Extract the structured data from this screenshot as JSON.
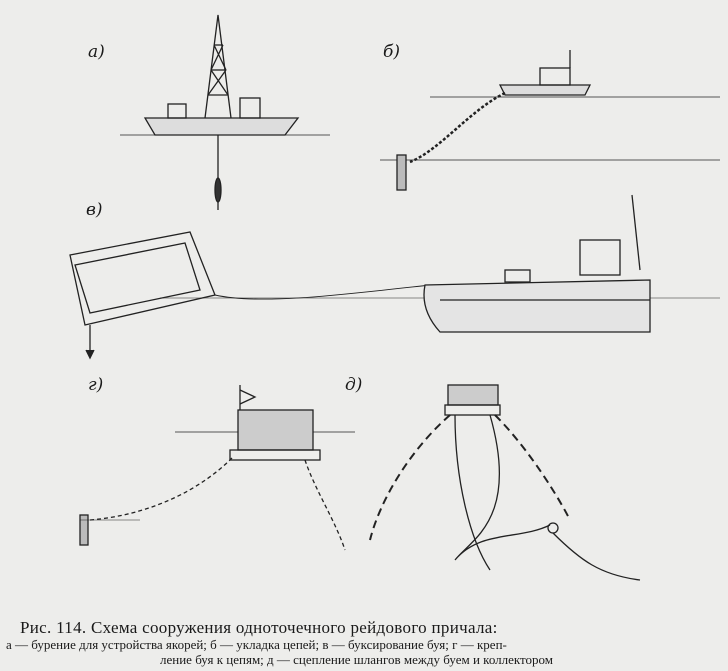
{
  "panels": {
    "a": "а)",
    "b": "б)",
    "v": "в)",
    "g": "г)",
    "d": "д)"
  },
  "caption": {
    "title": "Рис. 114. Схема сооружения одноточечного рейдового причала:",
    "line1": "а — бурение для устройства якорей; б — укладка цепей; в — буксирование буя; г — креп-",
    "line2": "ление буя к цепям; д — сцепление шлангов между буем и коллектором"
  }
}
